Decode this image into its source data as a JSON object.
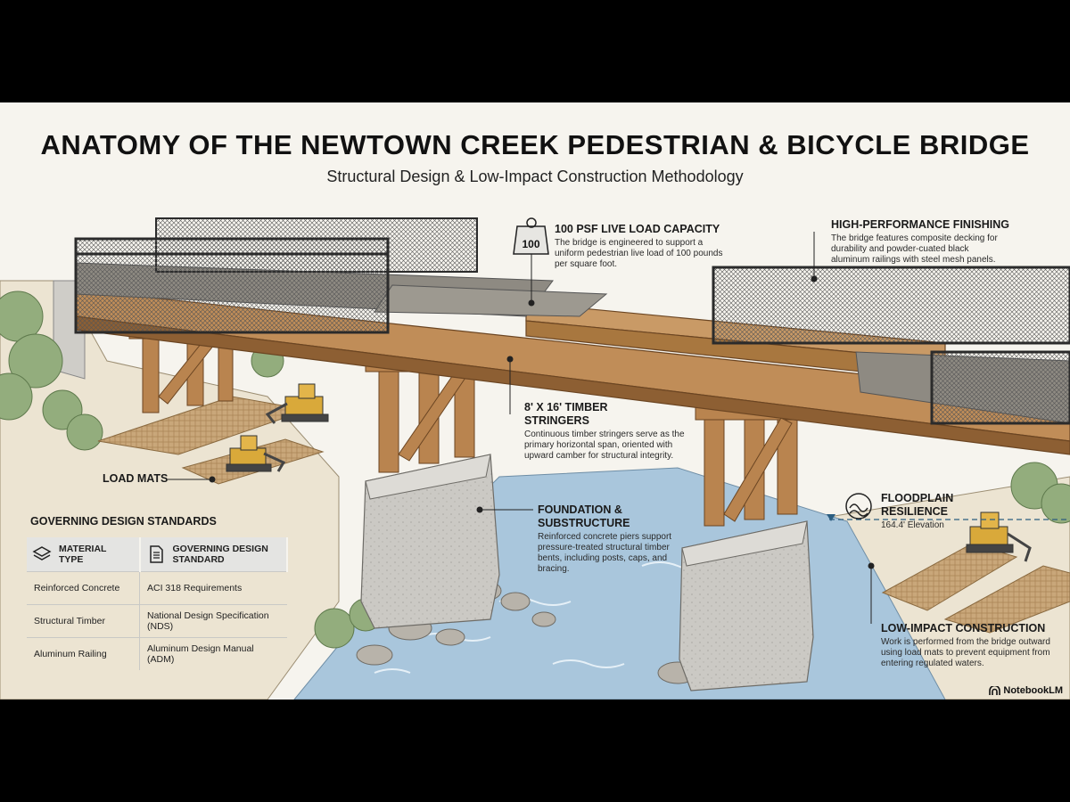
{
  "header": {
    "title": "ANATOMY OF THE NEWTOWN CREEK PEDESTRIAN & BICYCLE BRIDGE",
    "subtitle": "Structural Design & Low-Impact Construction Methodology"
  },
  "callouts": {
    "load": {
      "icon_text": "100",
      "title": "100 PSF LIVE LOAD CAPACITY",
      "body": "The bridge is engineered to support a uniform pedestrian live load of 100 pounds per square foot."
    },
    "finishing": {
      "title": "HIGH-PERFORMANCE FINISHING",
      "body": "The bridge features composite decking for durability and powder-cuated black aluminum railings with steel mesh panels."
    },
    "stringers": {
      "title_line1": "8' x 16' TIMBER",
      "title_line2": "STRINGERS",
      "body": "Continuous timber stringers serve as the primary horizontal span, oriented with upward camber for structural integrity."
    },
    "load_mats": {
      "title": "LOAD MATS"
    },
    "foundation": {
      "title_line1": "FOUNDATION &",
      "title_line2": "SUBSTRUCTURE",
      "body": "Reinforced concrete piers support pressure-treated structural timber bents, including posts, caps, and bracing."
    },
    "floodplain": {
      "title_line1": "FLOODPLAIN",
      "title_line2": "RESILIENCE",
      "body": "164.4' Elevation"
    },
    "low_impact": {
      "title": "LOW-IMPACT CONSTRUCTION",
      "body": "Work is performed from the bridge outward using load mats to prevent equipment from entering regulated waters."
    }
  },
  "standards": {
    "title": "GOVERNING DESIGN STANDARDS",
    "headers": [
      "MATERIAL TYPE",
      "GOVERNING DESIGN STANDARD"
    ],
    "rows": [
      [
        "Reinforced Concrete",
        "ACI 318 Requirements"
      ],
      [
        "Structural Timber",
        "National Design Specification (NDS)"
      ],
      [
        "Aluminum Railing",
        "Aluminum Design Manual (ADM)"
      ]
    ]
  },
  "branding": {
    "logo_text": "NotebookLM"
  },
  "colors": {
    "background": "#f6f4ee",
    "timber": "#b9844f",
    "timber_dark": "#8d5f33",
    "concrete": "#c9c7c2",
    "water": "#a9c6dc",
    "deck": "#8e8a82",
    "railing": "#2b2b2b",
    "foliage": "#8fa879"
  }
}
